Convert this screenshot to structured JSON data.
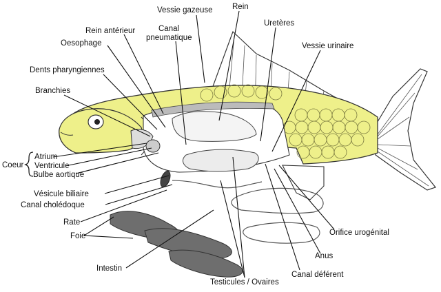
{
  "diagram": {
    "labels": {
      "vessie_gazeuse": "Vessie gazeuse",
      "rein": "Rein",
      "rein_anterieur": "Rein antérieur",
      "canal_pneumatique_1": "Canal",
      "canal_pneumatique_2": "pneumatique",
      "ureteres": "Uretères",
      "oesophage": "Oesophage",
      "vessie_urinaire": "Vessie urinaire",
      "dents_pharyngiennes": "Dents pharyngiennes",
      "branchies": "Branchies",
      "coeur": "Coeur",
      "atrium": "Atrium",
      "ventricule": "Ventricule",
      "bulbe_aortique": "Bulbe aortique",
      "vesicule_biliaire": "Vésicule biliaire",
      "canal_choledoque": "Canal cholédoque",
      "rate": "Rate",
      "foie": "Foie",
      "intestin": "Intestin",
      "testicules_ovaires": "Testicules / Ovaires",
      "canal_deferent": "Canal déférent",
      "anus": "Anus",
      "orifice_urogenital": "Orifice urogénital"
    },
    "colors": {
      "body": "#eef08a",
      "liver": "#6e6e6e",
      "outline": "#333333",
      "leader": "#111111"
    }
  }
}
